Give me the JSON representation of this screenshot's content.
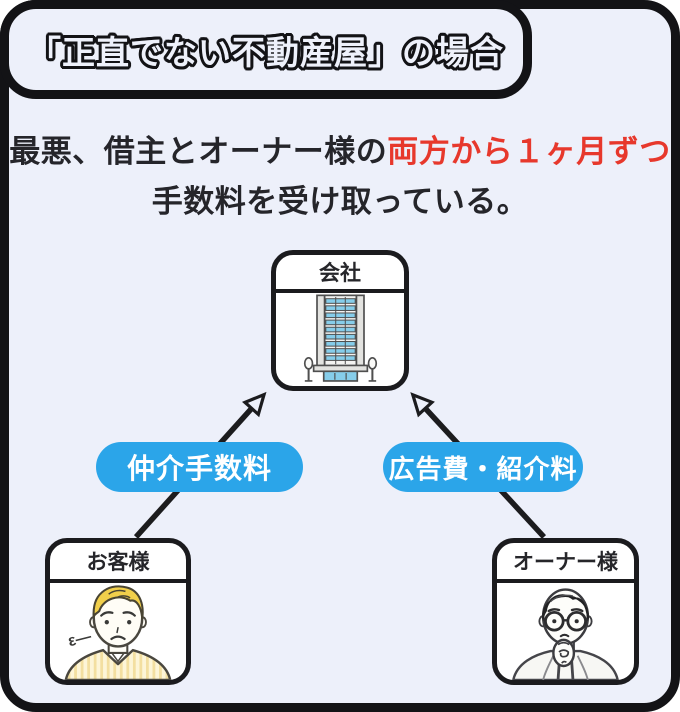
{
  "header": {
    "title": "「正直でない不動産屋」の場合"
  },
  "lead": {
    "line1_prefix": "最悪、借主とオーナー様の",
    "line1_highlight": "両方から１ヶ月ずつ",
    "line2": "手数料を受け取っている。"
  },
  "diagram": {
    "company": {
      "label": "会社"
    },
    "fees": {
      "left": {
        "label": "仲介手数料"
      },
      "right": {
        "label": "広告費・紹介料"
      }
    },
    "customer": {
      "label": "お客様",
      "sigh_mark": "ε—"
    },
    "owner": {
      "label": "オーナー様"
    }
  },
  "colors": {
    "page_bg": "#ffffff",
    "panel_bg": "#edf0fa",
    "frame_black": "#131316",
    "card_bg": "#ffffff",
    "pill_blue": "#2ba5e9",
    "highlight_red": "#e7382c",
    "text_dark": "#25252a",
    "building_window_blue": "#86cdea",
    "hair_yellow": "#f1cf4b"
  }
}
